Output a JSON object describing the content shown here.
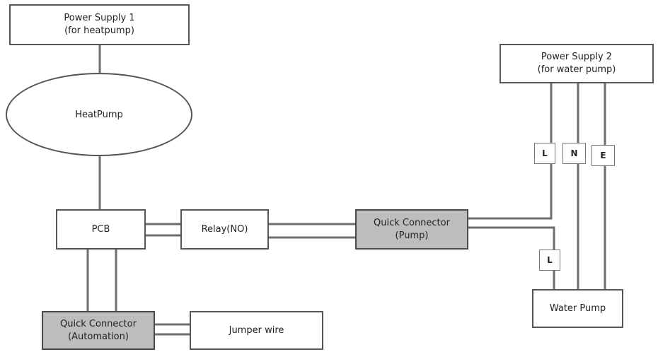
{
  "nodes": {
    "power_supply_1": {
      "line1": "Power Supply 1",
      "line2": "(for heatpump)"
    },
    "heatpump": {
      "label": "HeatPump"
    },
    "pcb": {
      "label": "PCB"
    },
    "relay": {
      "label": "Relay(NO)"
    },
    "quick_connector_pump": {
      "line1": "Quick Connector",
      "line2": "(Pump)"
    },
    "power_supply_2": {
      "line1": "Power Supply 2",
      "line2": "(for water pump)"
    },
    "water_pump": {
      "label": "Water Pump"
    },
    "quick_connector_automation": {
      "line1": "Quick Connector",
      "line2": "(Automation)"
    },
    "jumper_wire": {
      "label": "Jumper wire"
    }
  },
  "terminals": {
    "live_top": "L",
    "neutral": "N",
    "earth": "E",
    "live_bottom": "L"
  },
  "colors": {
    "wire": "#6e6e6e",
    "box_border": "#555555",
    "shaded_fill": "#bdbdbd"
  }
}
